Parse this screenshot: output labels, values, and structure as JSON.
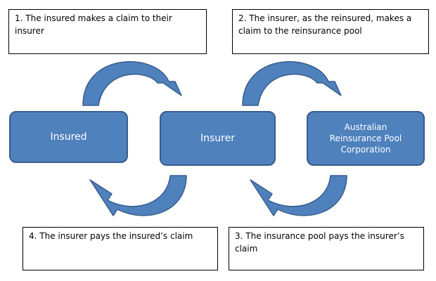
{
  "notes": {
    "step1": "1. The insured makes a claim to their insurer",
    "step2": "2. The insurer, as the reinsured, makes a claim to the reinsurance pool",
    "step3": "3. The insurance pool pays the insurer’s claim",
    "step4": "4. The insurer pays the insured’s claim"
  },
  "entities": {
    "insured": "Insured",
    "insurer": "Insurer",
    "pool": "Australian Reinsurance Pool Corporation"
  },
  "colors": {
    "box_fill": "#4f81bd",
    "box_border": "#385d8a",
    "arrow_fill": "#4f81bd",
    "arrow_border": "#385d8a"
  }
}
